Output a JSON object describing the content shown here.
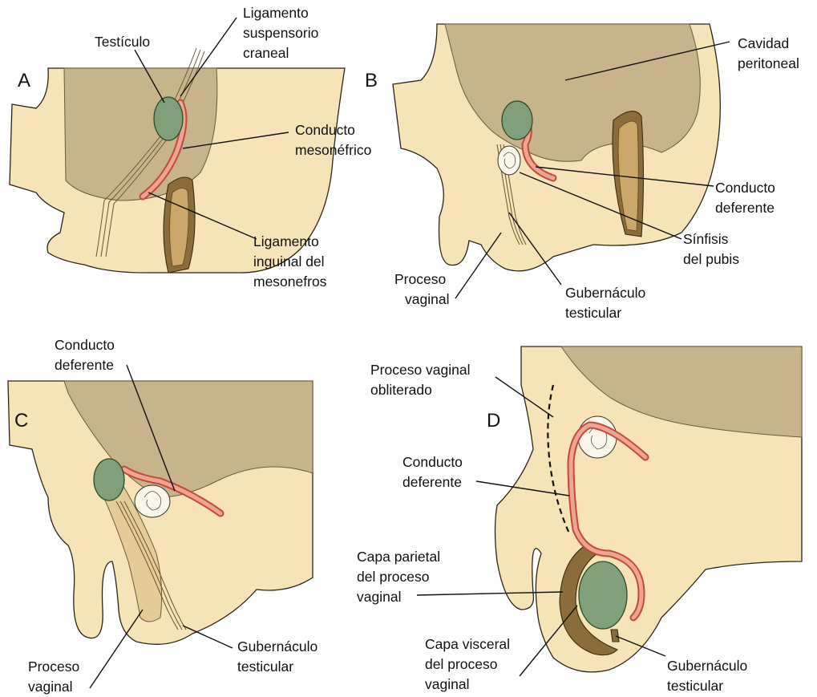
{
  "panels": {
    "a": {
      "letter": "A",
      "labels": {
        "testiculo": "Testículo",
        "lig_susp_1": "Ligamento",
        "lig_susp_2": "suspensorio",
        "lig_susp_3": "craneal",
        "cond_meso_1": "Conducto",
        "cond_meso_2": "mesonéfrico",
        "lig_ing_1": "Ligamento",
        "lig_ing_2": "inguinal del",
        "lig_ing_3": "mesonefros"
      }
    },
    "b": {
      "letter": "B",
      "labels": {
        "cavidad_1": "Cavidad",
        "cavidad_2": "peritoneal",
        "cond_def_1": "Conducto",
        "cond_def_2": "deferente",
        "sinfisis_1": "Sínfisis",
        "sinfisis_2": "del pubis",
        "proceso_1": "Proceso",
        "proceso_2": "vaginal",
        "guber_1": "Gubernáculo",
        "guber_2": "testicular"
      }
    },
    "c": {
      "letter": "C",
      "labels": {
        "cond_def_1": "Conducto",
        "cond_def_2": "deferente",
        "proceso_1": "Proceso",
        "proceso_2": "vaginal",
        "guber_1": "Gubernáculo",
        "guber_2": "testicular"
      }
    },
    "d": {
      "letter": "D",
      "labels": {
        "obliterado_1": "Proceso vaginal",
        "obliterado_2": "obliterado",
        "cond_def_1": "Conducto",
        "cond_def_2": "deferente",
        "parietal_1": "Capa parietal",
        "parietal_2": "del proceso",
        "parietal_3": "vaginal",
        "visceral_1": "Capa visceral",
        "visceral_2": "del proceso",
        "visceral_3": "vaginal",
        "guber_1": "Gubernáculo",
        "guber_2": "testicular"
      }
    }
  },
  "colors": {
    "body": "#f6e3b8",
    "cavity": "#c8b48c",
    "testis": "#7fa07a",
    "duct": "#c24a3c",
    "muscle": "#8a6d3a"
  }
}
